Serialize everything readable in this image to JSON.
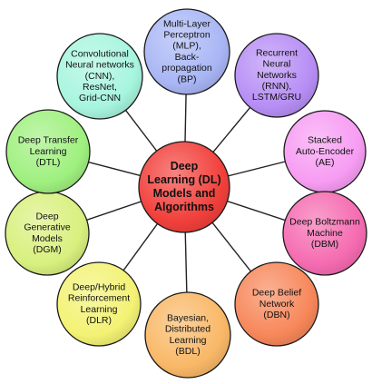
{
  "center": {
    "lines": [
      "Deep",
      "Learning (DL)",
      "Models and",
      "Algorithms"
    ],
    "color": "#f2403b"
  },
  "nodes": [
    {
      "id": "mlp",
      "lines": [
        "Multi-Layer",
        "Perceptron",
        "(MLP),",
        "Back-",
        "propagation",
        "(BP)"
      ],
      "color": "#a9b6f5"
    },
    {
      "id": "rnn",
      "lines": [
        "Recurrent",
        "Neural",
        "Networks",
        "(RNN),",
        "LSTM/GRU"
      ],
      "color": "#b78ef5"
    },
    {
      "id": "ae",
      "lines": [
        "Stacked",
        "Auto-Encoder",
        "(AE)"
      ],
      "color": "#f79cf3"
    },
    {
      "id": "dbm",
      "lines": [
        "Deep Boltzmann",
        "Machine",
        "(DBM)"
      ],
      "color": "#f56bb1"
    },
    {
      "id": "dbn",
      "lines": [
        "Deep Belief",
        "Network",
        "(DBN)"
      ],
      "color": "#f7875a"
    },
    {
      "id": "bdl",
      "lines": [
        "Bayesian,",
        "Distributed",
        "Learning",
        "(BDL)"
      ],
      "color": "#f9b867"
    },
    {
      "id": "dlr",
      "lines": [
        "Deep/Hybrid",
        "Reinforcement",
        "Learning",
        "(DLR)"
      ],
      "color": "#f3f274"
    },
    {
      "id": "dgm",
      "lines": [
        "Deep",
        "Generative",
        "Models",
        "(DGM)"
      ],
      "color": "#d8f07e"
    },
    {
      "id": "dtl",
      "lines": [
        "Deep Transfer",
        "Learning",
        "(DTL)"
      ],
      "color": "#9ff07f"
    },
    {
      "id": "cnn",
      "lines": [
        "Convolutional",
        "Neural networks",
        "(CNN),",
        "ResNet,",
        "Grid-CNN"
      ],
      "color": "#a7f5de"
    }
  ]
}
